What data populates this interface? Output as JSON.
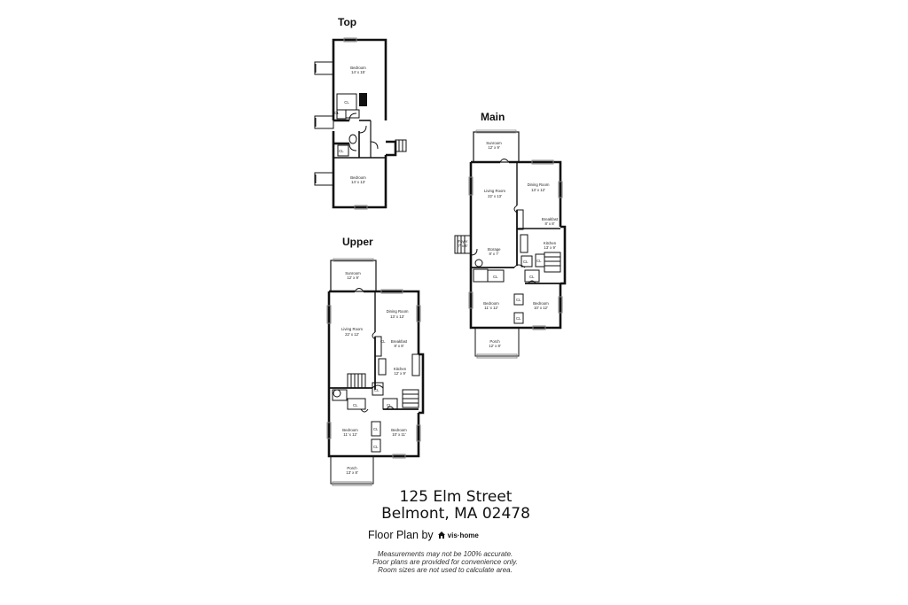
{
  "floors": {
    "top": {
      "title": "Top",
      "rooms": [
        {
          "name": "Bedroom",
          "size": "14' x 15'"
        },
        {
          "name": "Bedroom",
          "size": "14' x 13'"
        }
      ],
      "closets": [
        "CL",
        "CL",
        "CL"
      ]
    },
    "main": {
      "title": "Main",
      "rooms": [
        {
          "name": "Sunroom",
          "size": "12' x 9'"
        },
        {
          "name": "Living Room",
          "size": "22' x 13'"
        },
        {
          "name": "Dining Room",
          "size": "13' x 12'"
        },
        {
          "name": "Breakfast",
          "size": "8' x 8'"
        },
        {
          "name": "Kitchen",
          "size": "13' x 9'"
        },
        {
          "name": "Storage",
          "size": "8' x 7'"
        },
        {
          "name": "Foyer",
          "size": "7' x 6'"
        },
        {
          "name": "Bedroom",
          "size": "11' x 12'"
        },
        {
          "name": "Bedroom",
          "size": "10' x 12'"
        },
        {
          "name": "Porch",
          "size": "12' x 8'"
        }
      ],
      "closets": [
        "CL",
        "CL",
        "CL",
        "CL",
        "CL",
        "CL"
      ]
    },
    "upper": {
      "title": "Upper",
      "rooms": [
        {
          "name": "Sunroom",
          "size": "12' x 9'"
        },
        {
          "name": "Dining Room",
          "size": "13' x 13'"
        },
        {
          "name": "Living Room",
          "size": "22' x 12'"
        },
        {
          "name": "Breakfast",
          "size": "8' x 8'"
        },
        {
          "name": "Kitchen",
          "size": "12' x 9'"
        },
        {
          "name": "Bedroom",
          "size": "11' x 12'"
        },
        {
          "name": "Bedroom",
          "size": "10' x 11'"
        },
        {
          "name": "Porch",
          "size": "13' x 8'"
        }
      ],
      "closets": [
        "CL",
        "CL",
        "CL",
        "CL",
        "CL",
        "CL"
      ]
    }
  },
  "address": {
    "line1": "125 Elm Street",
    "line2": "Belmont, MA 02478"
  },
  "credit": {
    "label": "Floor Plan by",
    "brand": "vis·home"
  },
  "disclaimer": [
    "Measurements may not be 100% accurate.",
    "Floor plans are provided for convenience only.",
    "Room sizes are not used to calculate area."
  ],
  "colors": {
    "wall": "#111111",
    "window": "#bbbbbb",
    "text": "#222222"
  }
}
